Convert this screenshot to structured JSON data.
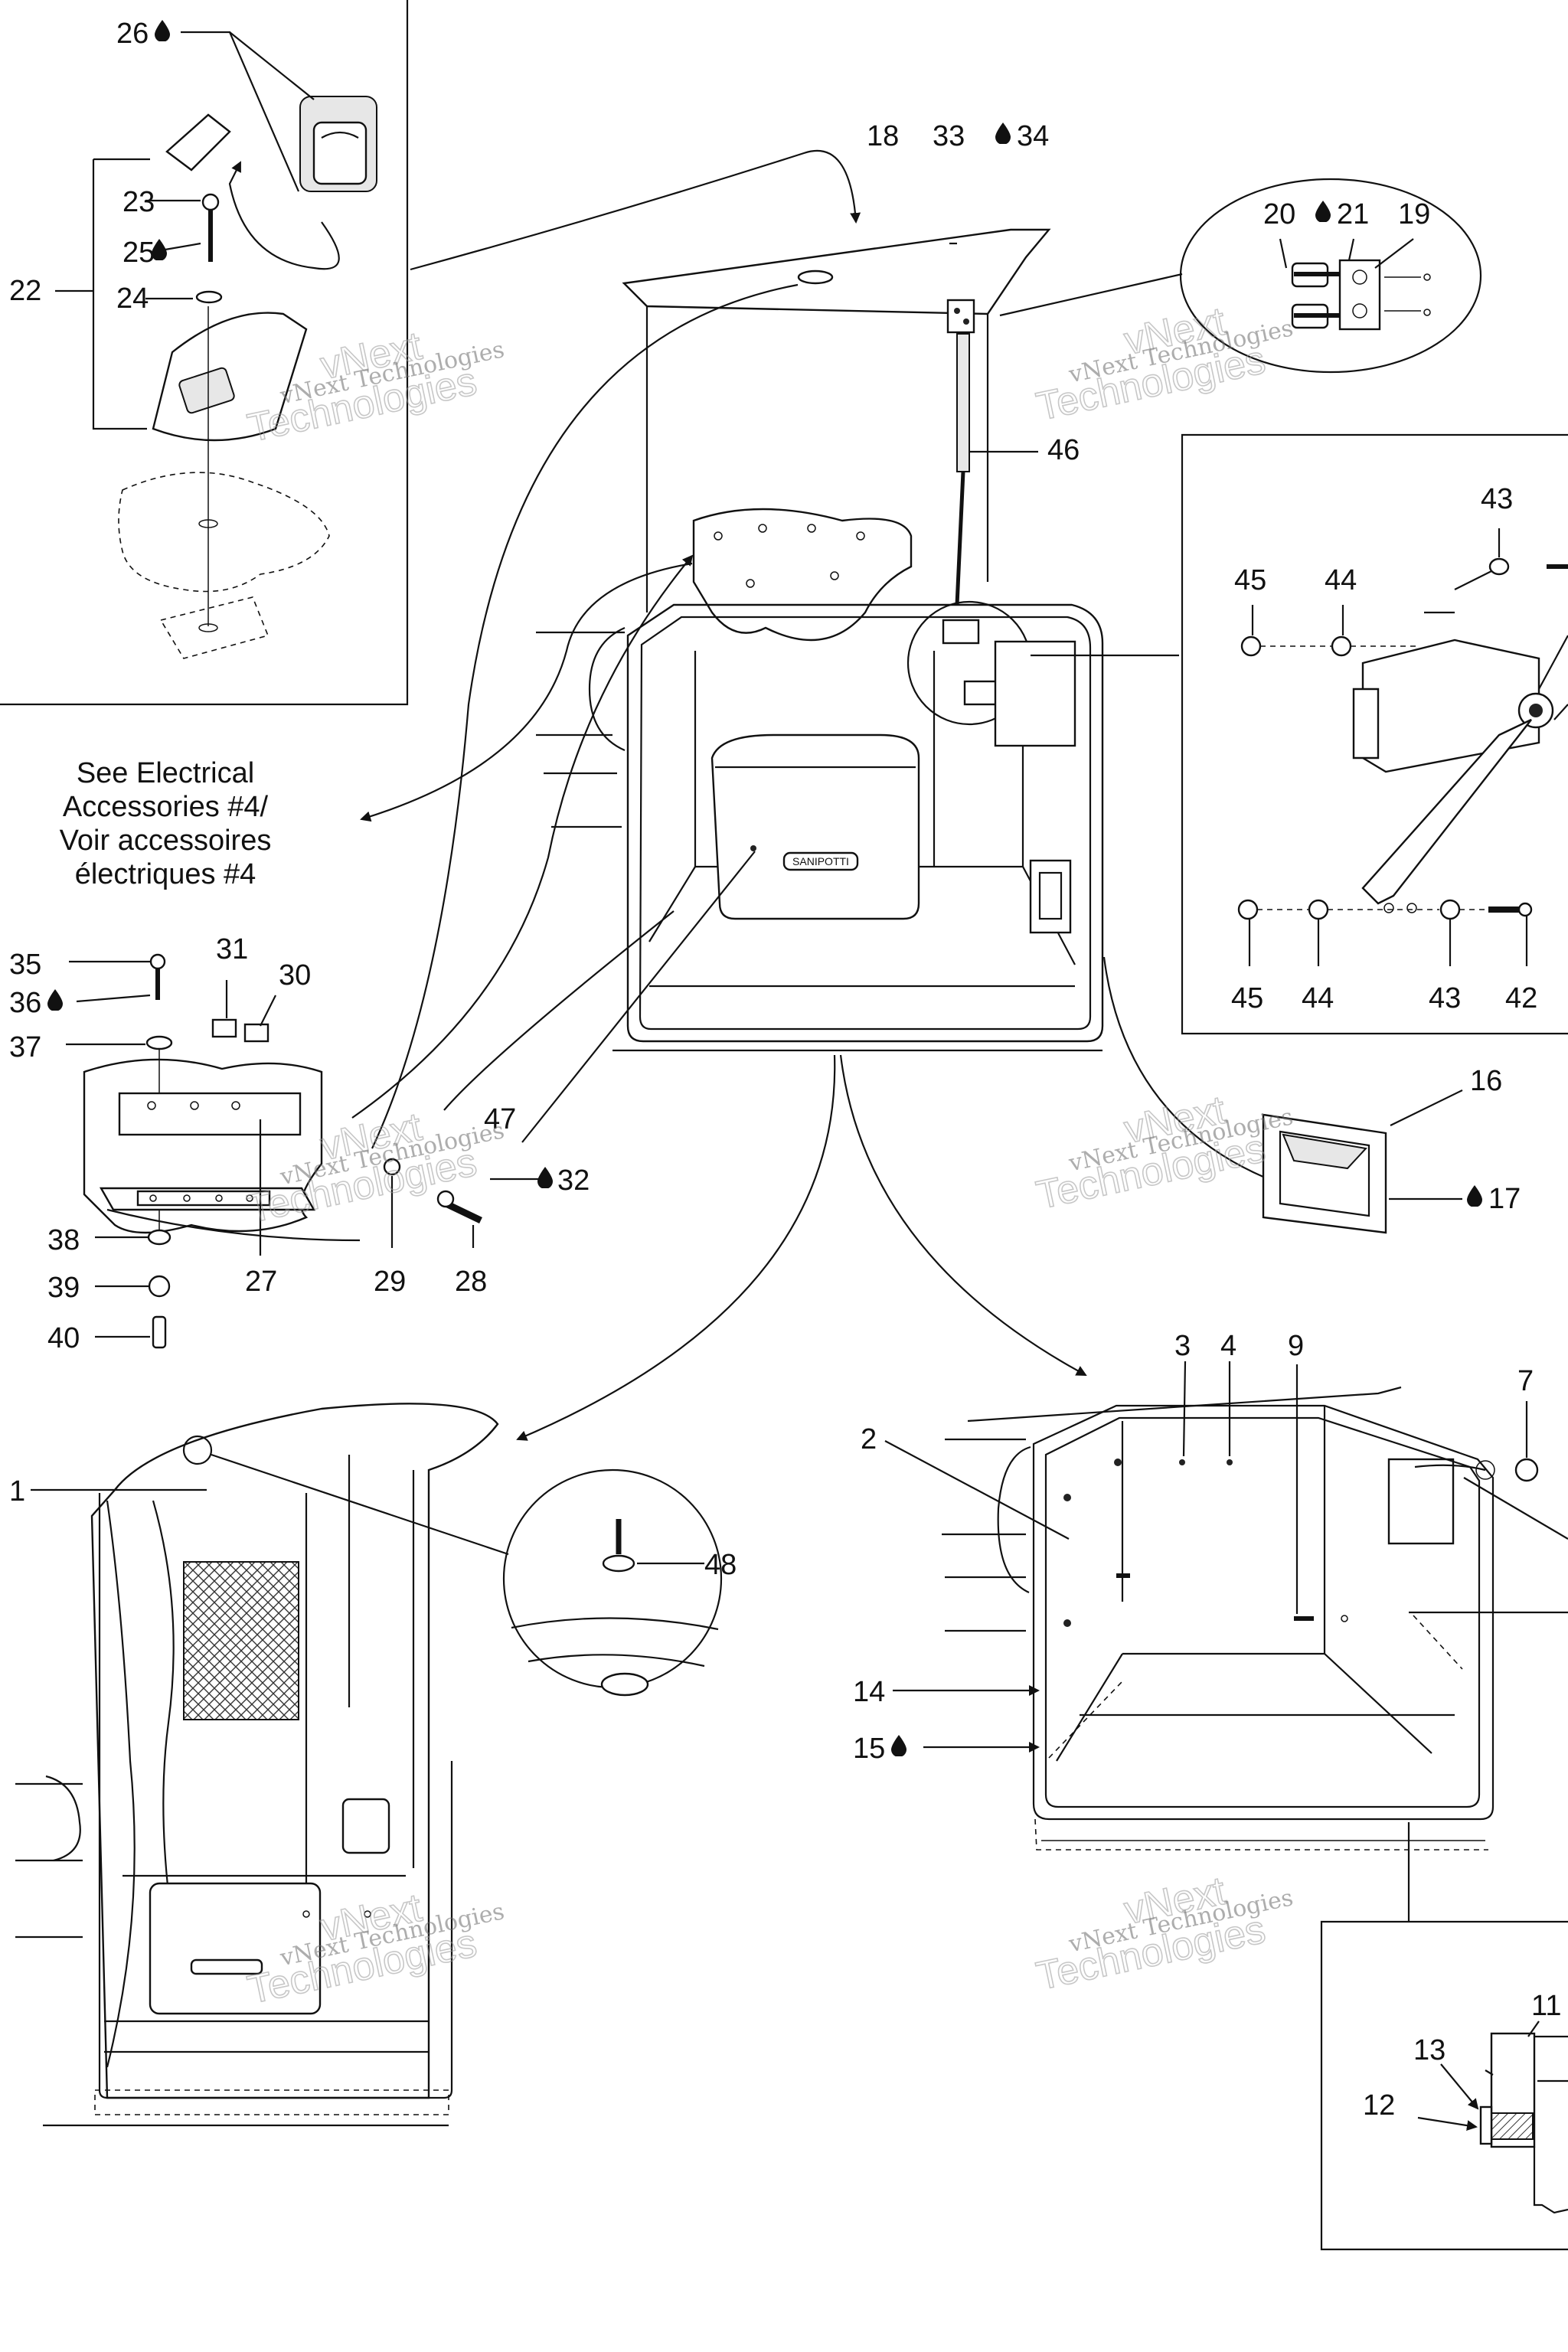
{
  "callouts": {
    "c1": "1",
    "c2": "2",
    "c3": "3",
    "c4": "4",
    "c7": "7",
    "c9": "9",
    "c11": "11",
    "c12": "12",
    "c13": "13",
    "c14": "14",
    "c15": "15",
    "c16": "16",
    "c17": "17",
    "c18": "18",
    "c19": "19",
    "c20": "20",
    "c21": "21",
    "c22": "22",
    "c23": "23",
    "c24": "24",
    "c25": "25",
    "c26": "26",
    "c27": "27",
    "c28": "28",
    "c29": "29",
    "c30": "30",
    "c31": "31",
    "c32": "32",
    "c33": "33",
    "c34": "34",
    "c35": "35",
    "c36": "36",
    "c37": "37",
    "c38": "38",
    "c39": "39",
    "c40": "40",
    "c42": "42",
    "c43a": "43",
    "c43b": "43",
    "c44a": "44",
    "c44b": "44",
    "c45a": "45",
    "c45b": "45",
    "c46": "46",
    "c47": "47",
    "c48": "48"
  },
  "electrical_note": {
    "line1": "See Electrical",
    "line2": "Accessories #4/",
    "line3": "Voir accessoires",
    "line4": "électriques #4"
  },
  "watermark": {
    "line1": "vNext Technologies",
    "line2": "vNext",
    "line3": "Technologies"
  },
  "toilet_brand": "SANIPOTTI",
  "icons": {
    "adhesive": "drop-icon"
  }
}
